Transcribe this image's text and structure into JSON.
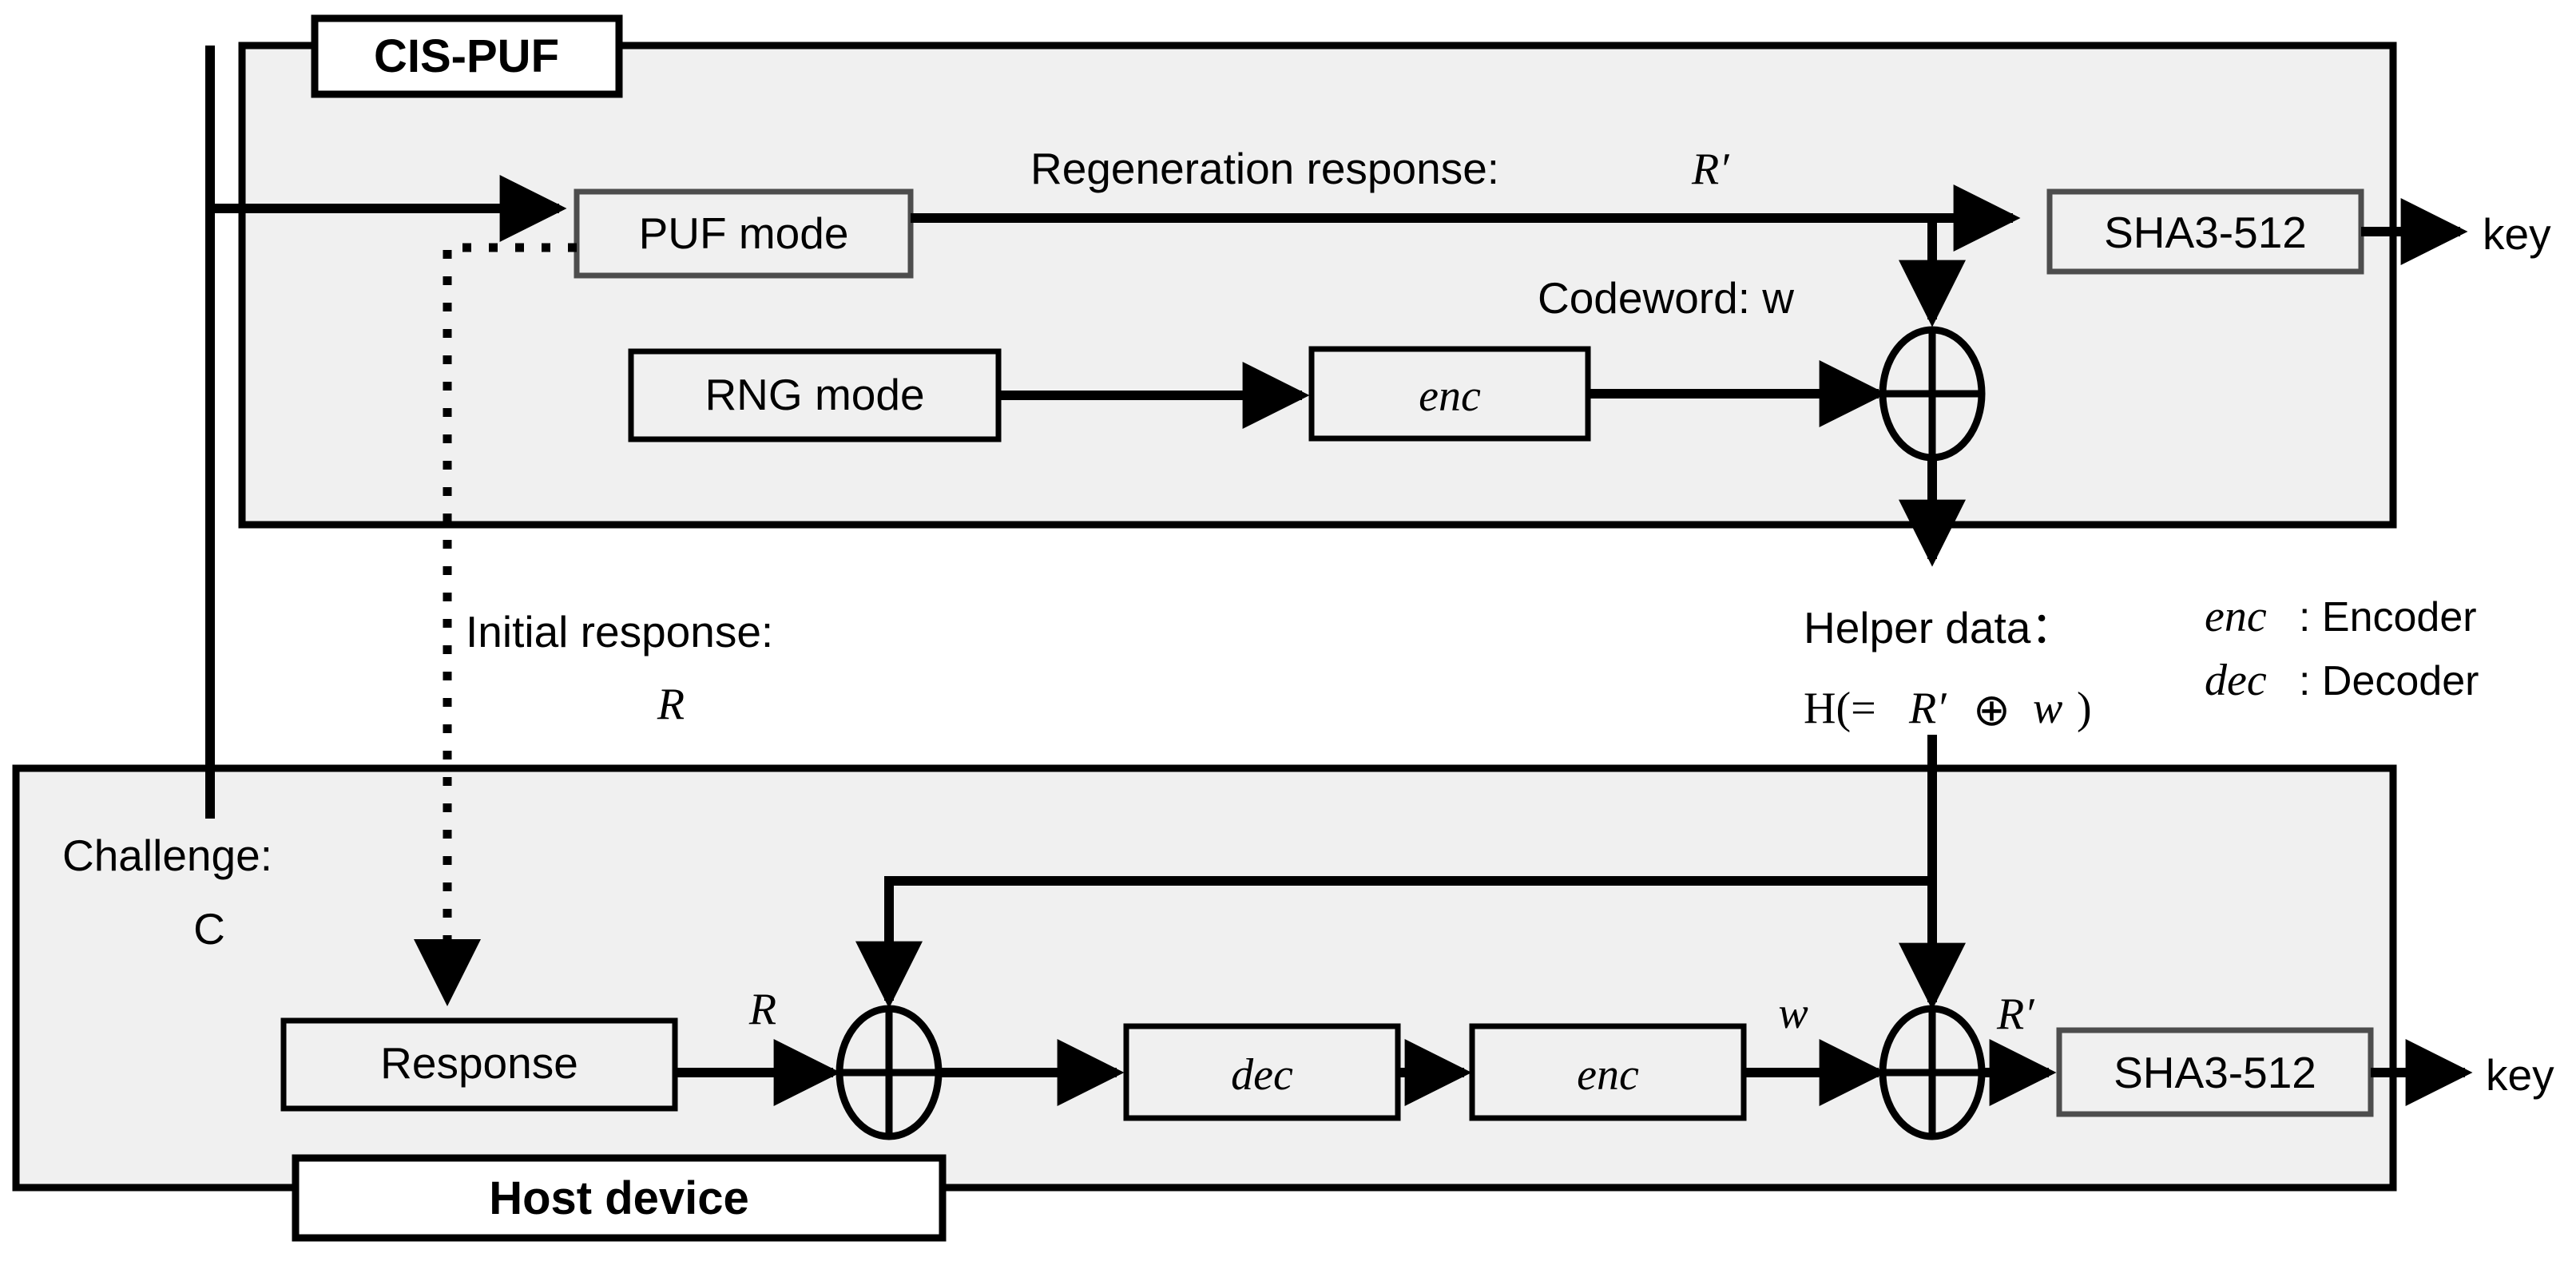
{
  "diagram": {
    "title": "CIS-PUF key generation and reconstruction block diagram",
    "colors": {
      "panel_fill": "#f0f0f0",
      "panel_stroke": "#000000",
      "block_stroke_dark": "#4d4d4d",
      "block_stroke_black": "#000000",
      "page_background": "#ffffff"
    }
  },
  "top_panel": {
    "title": "CIS-PUF",
    "blocks": {
      "puf_mode": "PUF mode",
      "rng_mode": "RNG mode",
      "enc": "enc",
      "sha3": "SHA3-512"
    },
    "labels": {
      "regeneration_response": "Regeneration response:",
      "regeneration_response_symbol": "R′",
      "codeword": "Codeword: w",
      "key_out": "key"
    }
  },
  "middle_labels": {
    "initial_response_line1": "Initial response:",
    "initial_response_line2": "R",
    "challenge_line1": "Challenge:",
    "challenge_line2": "C",
    "helper_data_line1": "Helper data：",
    "helper_data_line2_prefix": "H(=",
    "helper_data_line2_r": "R′",
    "helper_data_line2_xor": "⊕",
    "helper_data_line2_w": "w",
    "helper_data_line2_suffix": ")"
  },
  "legend": {
    "enc_symbol": "enc",
    "enc_text": ": Encoder",
    "dec_symbol": "dec",
    "dec_text": ": Decoder"
  },
  "bottom_panel": {
    "title": "Host device",
    "blocks": {
      "response": "Response",
      "dec": "dec",
      "enc": "enc",
      "sha3": "SHA3-512"
    },
    "labels": {
      "r_in": "R",
      "w_label": "w",
      "r_prime": "R′",
      "key_out": "key"
    }
  }
}
